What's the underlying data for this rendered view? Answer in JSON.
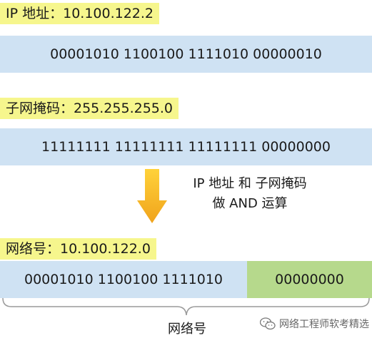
{
  "ip": {
    "label": "IP 地址：10.100.122.2",
    "binary": "00001010 1100100 1111010 00000010"
  },
  "mask": {
    "label": "子网掩码：255.255.255.0",
    "binary": "11111111 11111111 11111111 00000000"
  },
  "operation": {
    "line1": "IP 地址 和 子网掩码",
    "line2": "做 AND 运算"
  },
  "network": {
    "label": "网络号：10.100.122.0",
    "binary_network_part": "00001010 1100100 1111010",
    "binary_host_part": "00000000",
    "brace_label": "网络号"
  },
  "watermark": {
    "text": "网络工程师软考精选",
    "icon": "wechat-icon"
  },
  "colors": {
    "label_highlight": "#f6f68d",
    "band_blue": "#cfe2f3",
    "band_green": "#b6d98c",
    "arrow_orange": "#f0a31c"
  }
}
